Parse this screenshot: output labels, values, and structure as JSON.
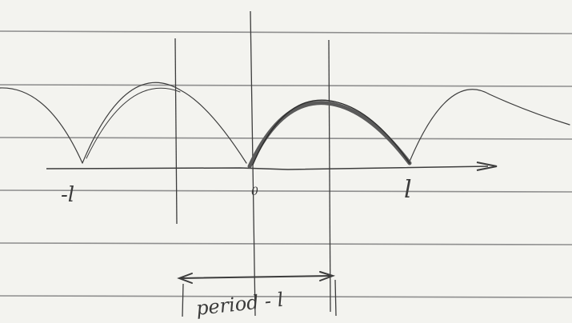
{
  "labels": {
    "neg_l": "-l",
    "origin": "0",
    "pos_l": "l",
    "period": "period - l"
  },
  "colors": {
    "paper": "#f3f3ef",
    "rule": "#8e8e8e",
    "ink": "#3c3c3c",
    "ink_heavy": "#5a5a5a"
  }
}
